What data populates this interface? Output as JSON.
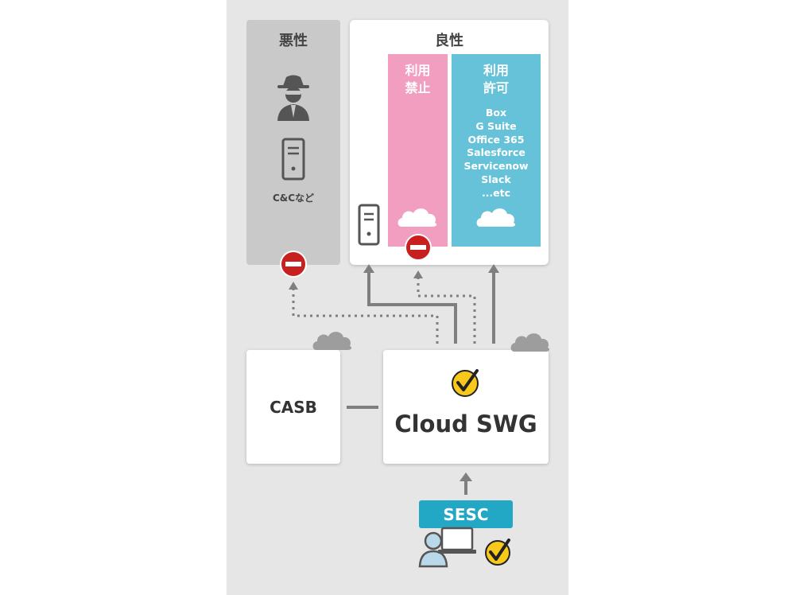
{
  "malicious": {
    "heading": "悪性",
    "cc_label": "C&Cなど"
  },
  "benign": {
    "heading": "良性",
    "prohibited": {
      "line1": "利用",
      "line2": "禁止"
    },
    "allowed": {
      "line1": "利用",
      "line2": "許可",
      "apps": [
        "Box",
        "G Suite",
        "Office 365",
        "Salesforce",
        "Servicenow",
        "Slack",
        "...etc"
      ]
    }
  },
  "casb": {
    "label": "CASB"
  },
  "swg": {
    "label": "Cloud SWG"
  },
  "sesc": {
    "label": "SESC"
  },
  "colors": {
    "background": "#e6e6e6",
    "malicious_panel": "#c9c9c9",
    "prohibited_column": "#f19ec1",
    "allowed_column": "#66c2d8",
    "sesc_badge": "#22a7c4",
    "block_icon": "#c8201f",
    "check_badge": "#f8c91b",
    "arrow": "#7f7f7f"
  }
}
